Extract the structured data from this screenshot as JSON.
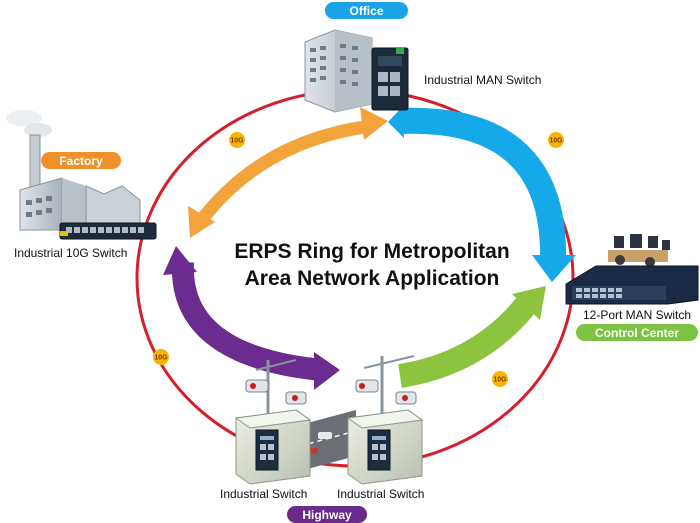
{
  "title": {
    "line1": "ERPS Ring for Metropolitan",
    "line2": "Area Network Application"
  },
  "sites": {
    "office": "Office",
    "factory": "Factory",
    "control_center": "Control Center",
    "highway": "Highway"
  },
  "devices": {
    "industrial_man_switch": "Industrial MAN Switch",
    "industrial_10g_switch": "Industrial 10G Switch",
    "port12_man_switch": "12-Port MAN Switch",
    "industrial_switch_left": "Industrial Switch",
    "industrial_switch_right": "Industrial Switch"
  },
  "links": {
    "office_factory": "10G",
    "office_control": "10G",
    "factory_highway": "10G",
    "highway_control": "10G"
  },
  "colors": {
    "ring": "#d4202a",
    "office_badge": "#1ba3e8",
    "factory_badge": "#f0902a",
    "control_badge": "#7dc242",
    "highway_badge": "#6a2a8c",
    "arrow_orange": "#f2a43a",
    "arrow_blue": "#16a9ea",
    "arrow_purple": "#6b2b8f",
    "arrow_green": "#8cc43f",
    "link_badge": "#f7b500"
  }
}
